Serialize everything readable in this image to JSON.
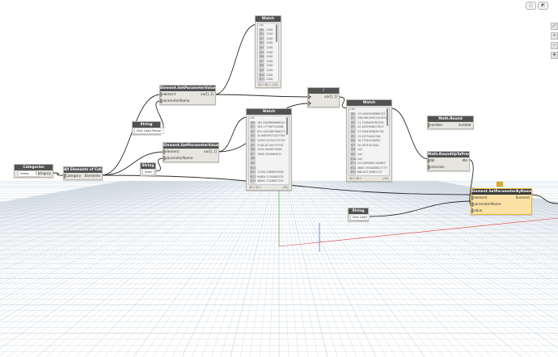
{
  "toolbar": {
    "icons": [
      "graph-view-icon",
      "background-preview-icon"
    ]
  },
  "zoom_controls": [
    "zoom-to-fit-icon",
    "zoom-in-icon",
    "zoom-out-icon",
    "pan-icon"
  ],
  "nodes": {
    "categories": {
      "title": "Categories",
      "dropdown": "Areas",
      "out": "Category"
    },
    "all_elements": {
      "title": "All Elements of Category",
      "in": "Category",
      "out": "Elements"
    },
    "string1": {
      "title": "String",
      "value": "Dist Load Factor"
    },
    "string2": {
      "title": "String",
      "value": "Area"
    },
    "string3": {
      "title": "String",
      "value": "Dist Load"
    },
    "getparam1": {
      "title": "Element.GetParameterValueByName",
      "in1": "element",
      "in2": "parameterName",
      "out": "var[]..[]"
    },
    "getparam2": {
      "title": "Element.GetParameterValueByName",
      "in1": "element",
      "in2": "parameterName",
      "out": "var[]..[]"
    },
    "watch1": {
      "title": "Watch",
      "header": "List",
      "items": [
        "1200",
        "1200",
        "1200",
        "1200",
        "1200",
        "1200",
        "1200",
        "1200",
        "1200",
        "1200",
        "1200",
        "1200"
      ],
      "foot_left": "@L2 @L1",
      "foot_right": "{36}"
    },
    "watch2": {
      "title": "Watch",
      "header": "List",
      "items": [
        "161.2848809668344",
        "583.177987234086",
        "621.4044887066273",
        "42.86839571027763",
        "12393.52345733752",
        "5146.61345733752",
        "1010.2648979508",
        "7856.1950963011",
        "",
        "",
        "",
        "11158.1869634946",
        "94804.1150462033",
        "48081.7228897159",
        "",
        "1758.1225656098"
      ],
      "foot_left": "@L2 @L1",
      "foot_right": "{36}"
    },
    "divide": {
      "title": "/",
      "out": "var[]..[]"
    },
    "watch3": {
      "title": "Watch",
      "header": "List",
      "items": [
        "121.6095846960743",
        "398.06520921324931",
        "11.7265699762955",
        "42.2835908017823",
        "47.3964999830726",
        "13.15731624706",
        "10.77810240093",
        "10.2831015200",
        "null",
        "null",
        "null",
        "321.6636891164883",
        "4683.1916008827773",
        "660.81116981715",
        "null",
        "117.61217086"
      ],
      "foot_left": "@L2 @L1",
      "foot_right": "{36}"
    },
    "math_round": {
      "title": "Math.Round",
      "in": "number",
      "out": "number"
    },
    "math_round_prec": {
      "title": "Math.RoundUpToPrecision",
      "in1": "dbl",
      "in2": "precision",
      "out": "dbl"
    },
    "setparam": {
      "title": "Element.SetParameterByName",
      "in1": "element",
      "in2": "parameterName",
      "in3": "value",
      "out": "Element"
    }
  }
}
